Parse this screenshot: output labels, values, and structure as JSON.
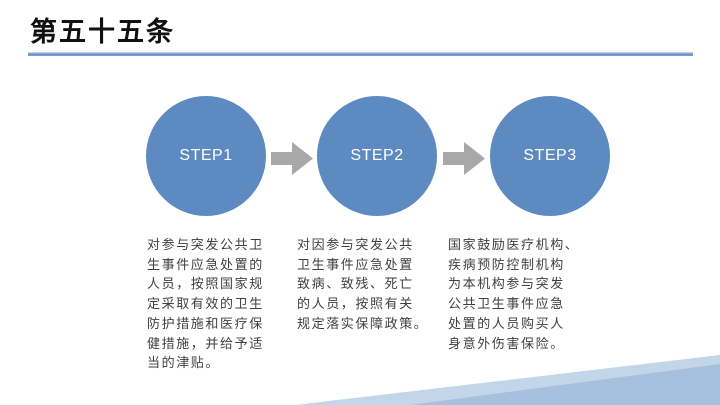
{
  "slide": {
    "title": "第五十五条",
    "accent_circle_color": "#5d8ac1",
    "arrow_color": "#a8a8a8",
    "divider_color": "#5d8bc0",
    "ribbon_light_color": "#c3d5e9",
    "ribbon_dark_color": "#a6c1de"
  },
  "steps": [
    {
      "label": "STEP1",
      "description": "对参与突发公共卫\n生事件应急处置的\n人员，按照国家规\n定采取有效的卫生\n防护措施和医疗保\n健措施，并给予适\n当的津贴。"
    },
    {
      "label": "STEP2",
      "description": "对因参与突发公共\n卫生事件应急处置\n致病、致残、死亡\n的人员，按照有关\n规定落实保障政策。"
    },
    {
      "label": "STEP3",
      "description": "国家鼓励医疗机构、\n疾病预防控制机构\n为本机构参与突发\n公共卫生事件应急\n处置的人员购买人\n身意外伤害保险。"
    }
  ]
}
